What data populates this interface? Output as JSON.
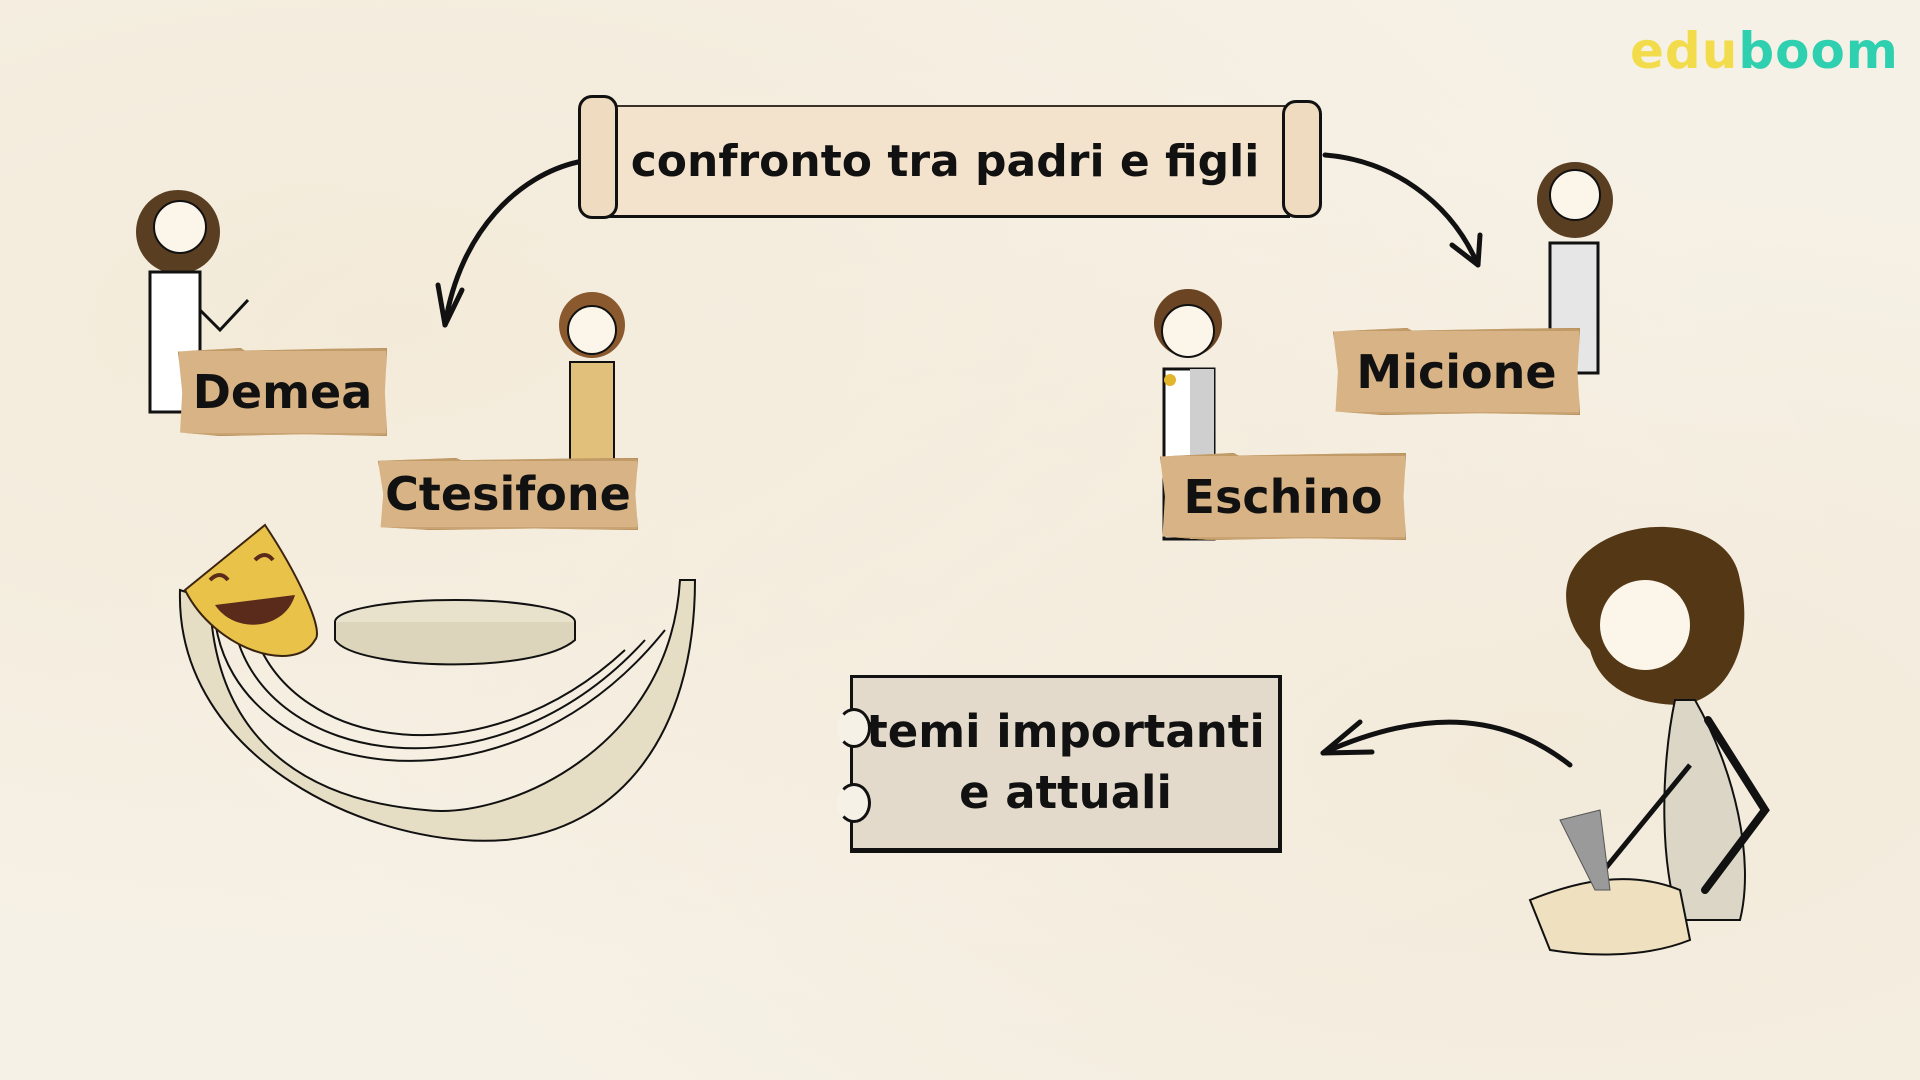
{
  "logo": {
    "part1": "edu",
    "part2": "boom",
    "colors": {
      "edu": "#f3dc4b",
      "boom": "#2fd0b0"
    }
  },
  "title_scroll": {
    "text": "confronto tra padri e figli"
  },
  "characters": {
    "demea": {
      "label": "Demea",
      "role": "father"
    },
    "ctesifone": {
      "label": "Ctesifone",
      "role": "son"
    },
    "micione": {
      "label": "Micione",
      "role": "father"
    },
    "eschino": {
      "label": "Eschino",
      "role": "son"
    }
  },
  "themes_box": {
    "line1": "temi importanti",
    "line2": "e attuali"
  },
  "illustrations": {
    "theater": "greek-theater-with-comedy-mask-icon",
    "writer": "bearded-author-writing-with-quill-icon"
  },
  "colors": {
    "background": "#f6f1e6",
    "sign": "#d8b385",
    "scroll": "#f3e3cd",
    "box": "#e4dacb",
    "hair": "#5a3e22"
  }
}
